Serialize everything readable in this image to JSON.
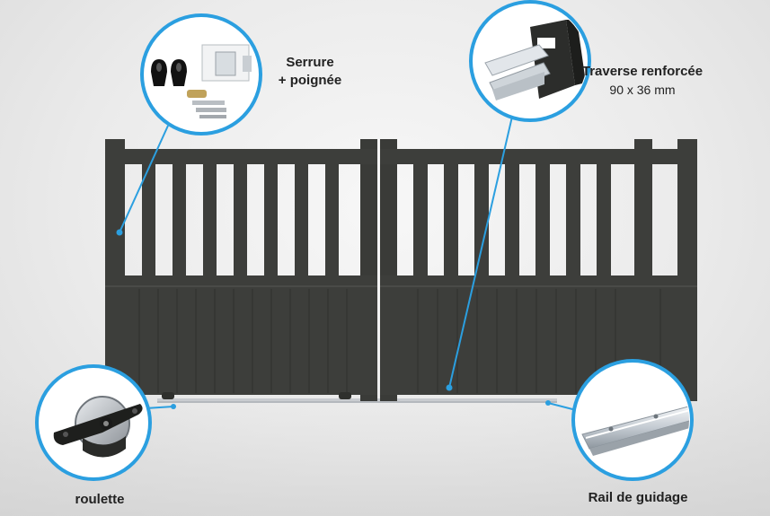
{
  "callouts": {
    "lock": {
      "title": "Serrure",
      "subtitle": "+ poignée",
      "icon": "lock-and-handle-icon"
    },
    "rail": {
      "title": "Traverse renforcée",
      "subtitle": "90 x 36 mm",
      "icon": "reinforced-rail-icon"
    },
    "wheel": {
      "title": "roulette",
      "icon": "wheel-icon"
    },
    "guide": {
      "title": "Rail de guidage",
      "icon": "guide-rail-icon"
    }
  },
  "colors": {
    "gate": "#3d3e3b",
    "gate_dark": "#2f302d",
    "accent": "#2b9fe0",
    "background": "#ececec"
  }
}
